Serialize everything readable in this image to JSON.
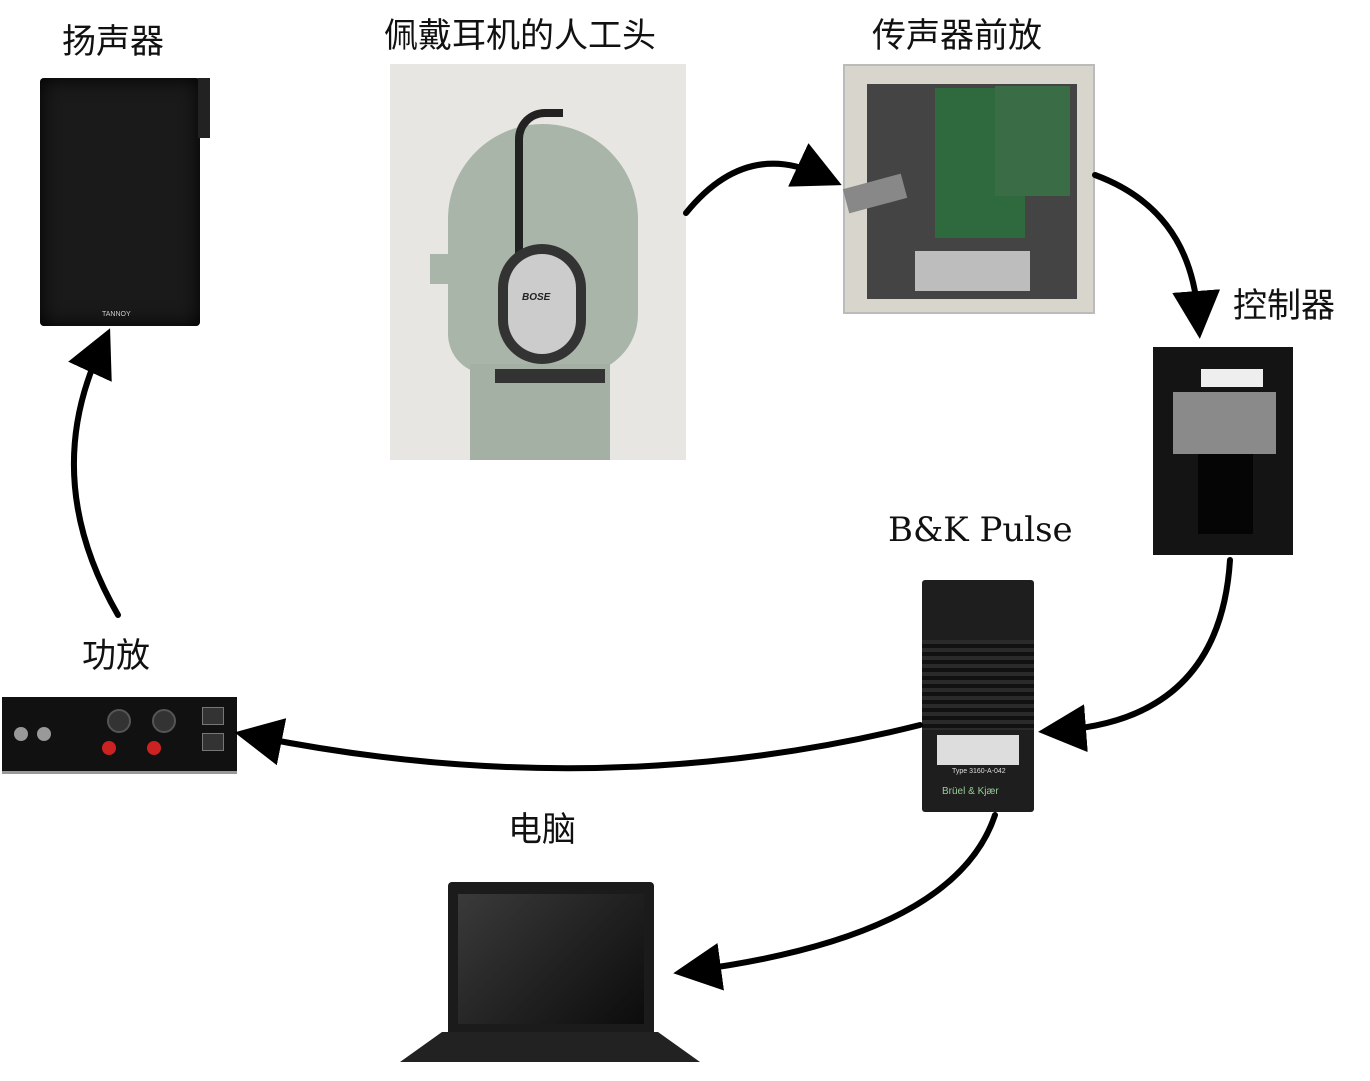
{
  "labels": {
    "speaker": "扬声器",
    "dummy_head": "佩戴耳机的人工头",
    "mic_preamp": "传声器前放",
    "controller": "控制器",
    "bk_pulse": "B&K Pulse",
    "amplifier": "功放",
    "computer": "电脑"
  },
  "device_markings": {
    "speaker_brand": "TANNOY",
    "headphone_brand": "BOSE",
    "bk_type": "Type 3160-A-042",
    "bk_brand": "Brüel & Kjær"
  },
  "colors": {
    "arrow": "#000000",
    "background": "#ffffff"
  }
}
